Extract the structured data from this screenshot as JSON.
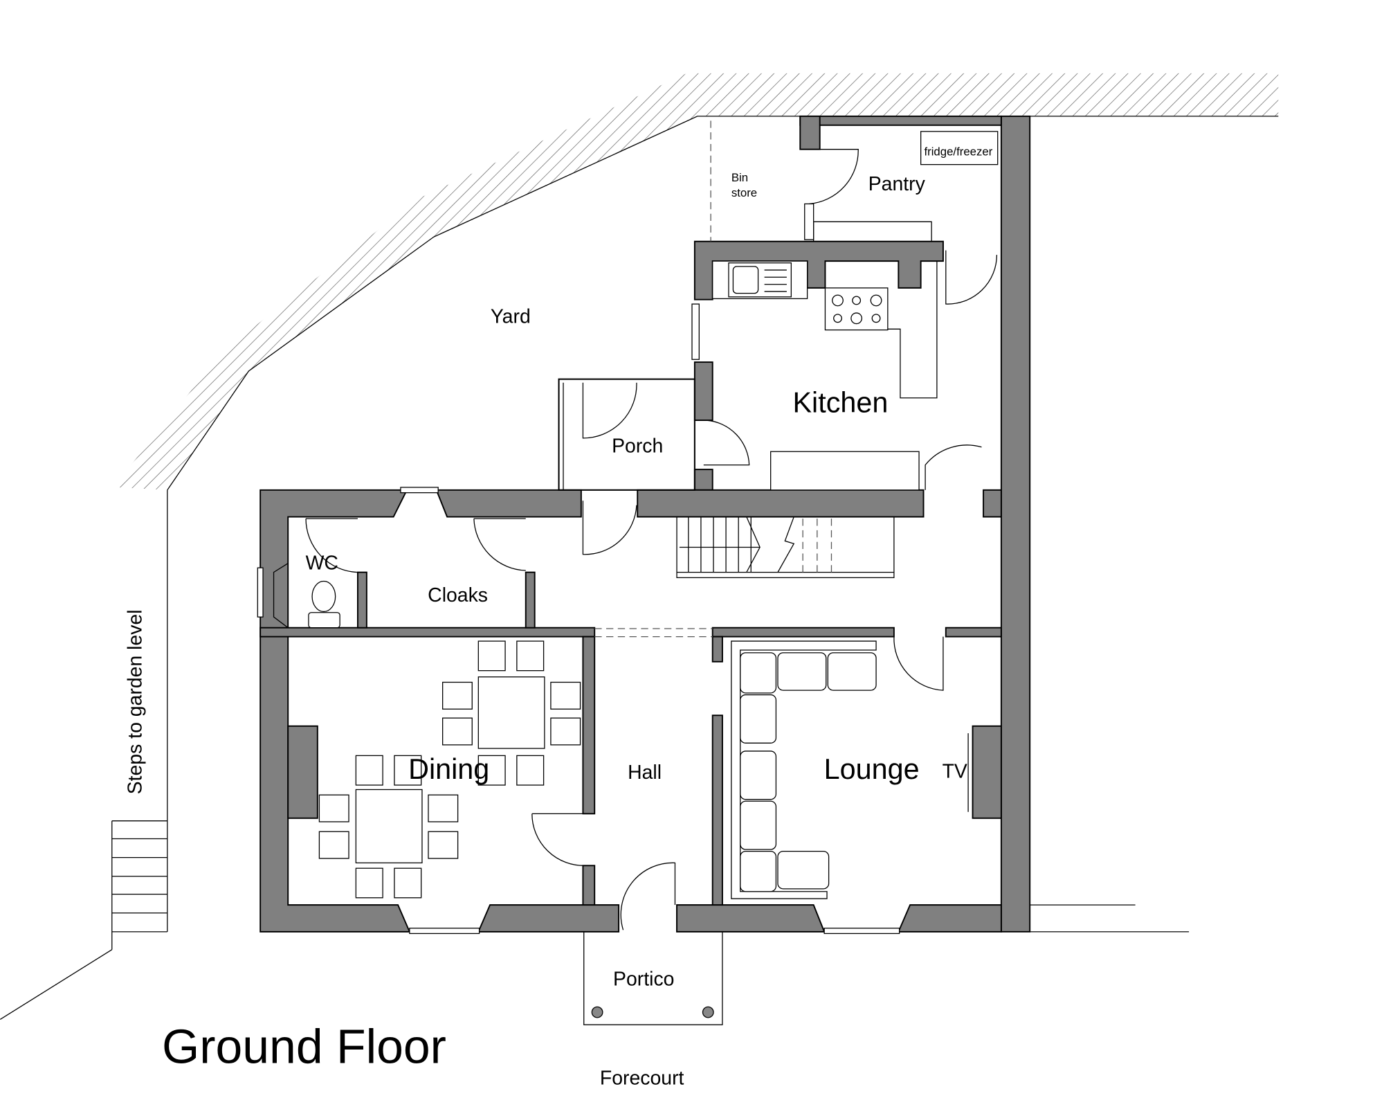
{
  "title": "Ground Floor",
  "rooms": {
    "yard": "Yard",
    "bin_store_line1": "Bin",
    "bin_store_line2": "store",
    "pantry": "Pantry",
    "kitchen": "Kitchen",
    "porch": "Porch",
    "wc": "WC",
    "cloaks": "Cloaks",
    "dining": "Dining",
    "hall": "Hall",
    "lounge": "Lounge",
    "portico": "Portico"
  },
  "fixtures": {
    "fridge": "fridge/freezer",
    "tv": "TV"
  },
  "outside": {
    "steps": "Steps to garden level",
    "forecourt": "Forecourt"
  },
  "colors": {
    "wall": "#808080",
    "line": "#000000"
  }
}
